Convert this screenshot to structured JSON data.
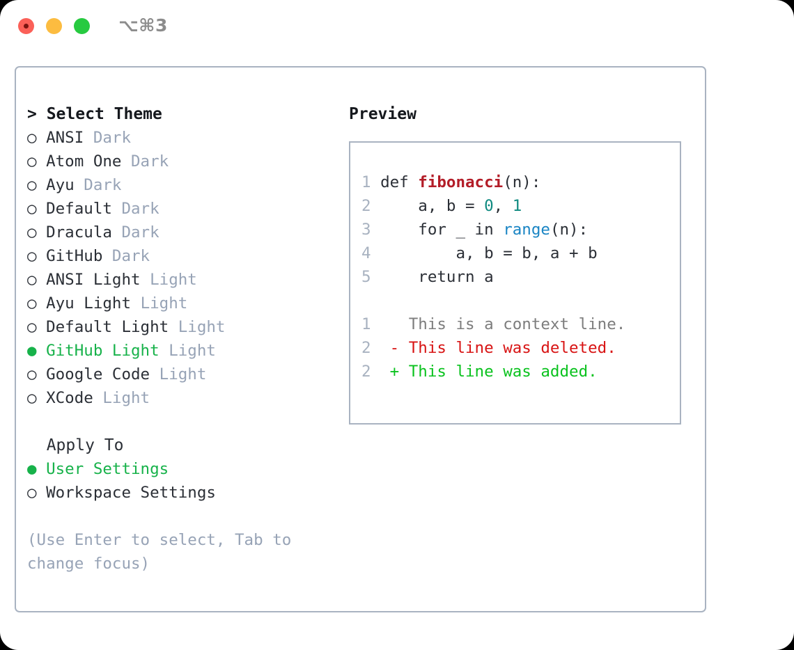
{
  "window": {
    "shortcut": "⌥⌘3",
    "traffic_lights": [
      {
        "name": "close",
        "color": "#fb6058"
      },
      {
        "name": "minimize",
        "color": "#fcbc40"
      },
      {
        "name": "maximize",
        "color": "#27ca40"
      }
    ]
  },
  "theme_picker": {
    "header": {
      "prompt": "> ",
      "title": "Select Theme"
    },
    "markers": {
      "selected": "●",
      "unselected": "○"
    },
    "items": [
      {
        "label": "ANSI",
        "tag": "Dark",
        "selected": false
      },
      {
        "label": "Atom One",
        "tag": "Dark",
        "selected": false
      },
      {
        "label": "Ayu",
        "tag": "Dark",
        "selected": false
      },
      {
        "label": "Default",
        "tag": "Dark",
        "selected": false
      },
      {
        "label": "Dracula",
        "tag": "Dark",
        "selected": false
      },
      {
        "label": "GitHub",
        "tag": "Dark",
        "selected": false
      },
      {
        "label": "ANSI Light",
        "tag": "Light",
        "selected": false
      },
      {
        "label": "Ayu Light",
        "tag": "Light",
        "selected": false
      },
      {
        "label": "Default Light",
        "tag": "Light",
        "selected": false
      },
      {
        "label": "GitHub Light",
        "tag": "Light",
        "selected": true
      },
      {
        "label": "Google Code",
        "tag": "Light",
        "selected": false
      },
      {
        "label": "XCode",
        "tag": "Light",
        "selected": false
      }
    ]
  },
  "apply_to": {
    "header": "Apply To",
    "items": [
      {
        "label": "User Settings",
        "selected": true
      },
      {
        "label": "Workspace Settings",
        "selected": false
      }
    ]
  },
  "help_text": "(Use Enter to select, Tab to change focus)",
  "preview": {
    "title": "Preview",
    "code_lines": [
      {
        "num": "1",
        "tokens": [
          {
            "text": "def ",
            "kind": "plain"
          },
          {
            "text": "fibonacci",
            "kind": "fn"
          },
          {
            "text": "(n):",
            "kind": "plain"
          }
        ]
      },
      {
        "num": "2",
        "tokens": [
          {
            "text": "    a, b = ",
            "kind": "plain"
          },
          {
            "text": "0",
            "kind": "num"
          },
          {
            "text": ", ",
            "kind": "plain"
          },
          {
            "text": "1",
            "kind": "num"
          }
        ]
      },
      {
        "num": "3",
        "tokens": [
          {
            "text": "    for _ in ",
            "kind": "plain"
          },
          {
            "text": "range",
            "kind": "call"
          },
          {
            "text": "(n):",
            "kind": "plain"
          }
        ]
      },
      {
        "num": "4",
        "tokens": [
          {
            "text": "        a, b = b, a + b",
            "kind": "plain"
          }
        ]
      },
      {
        "num": "5",
        "tokens": [
          {
            "text": "    return a",
            "kind": "plain"
          }
        ]
      }
    ],
    "diff_lines": [
      {
        "num": "1",
        "sign": "  ",
        "text": "This is a context line.",
        "kind": "ctx"
      },
      {
        "num": "2",
        "sign": "- ",
        "text": "This line was deleted.",
        "kind": "del"
      },
      {
        "num": "2",
        "sign": "+ ",
        "text": "This line was added.",
        "kind": "add"
      }
    ]
  },
  "colors": {
    "selection_green": "#17b24a",
    "diff_add_green": "#0ac21e",
    "diff_del_red": "#d81414",
    "function_red": "#b31d28",
    "number_teal": "#0f8a80",
    "call_blue": "#1a85c4",
    "tag_gray": "#97a3b6",
    "border": "#a9b3c1"
  }
}
